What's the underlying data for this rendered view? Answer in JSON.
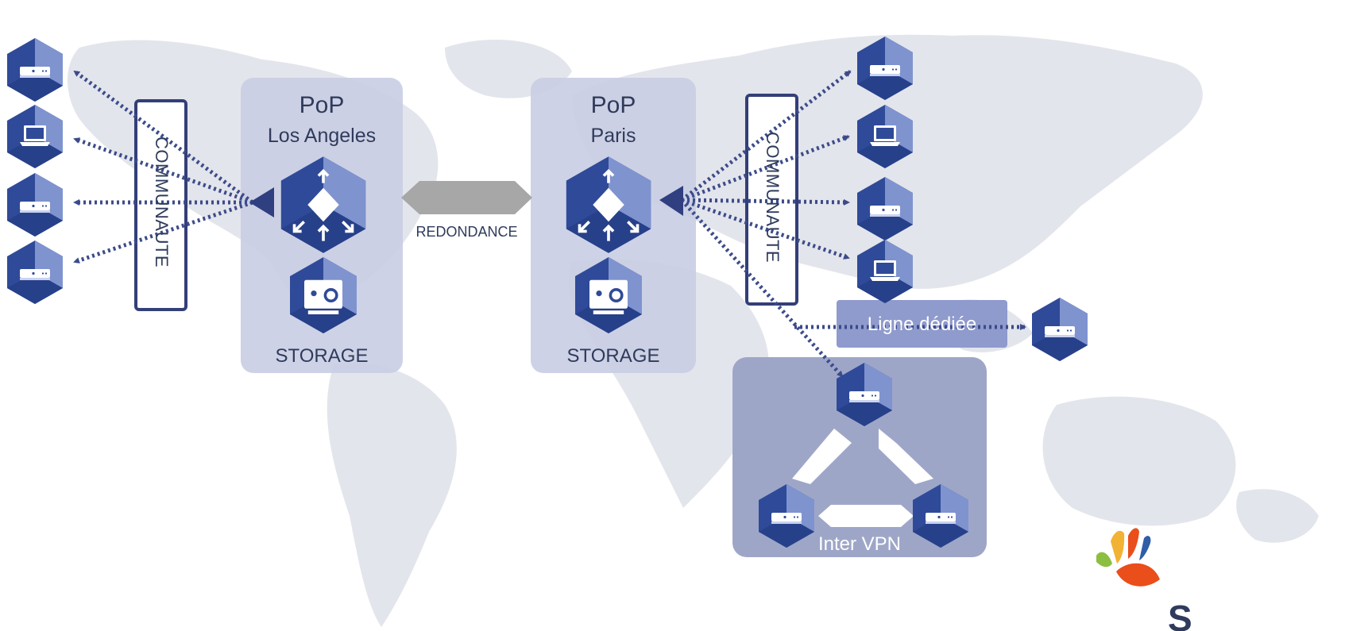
{
  "pops": [
    {
      "title": "PoP",
      "city": "Los Angeles",
      "storage": "STORAGE"
    },
    {
      "title": "PoP",
      "city": "Paris",
      "storage": "STORAGE"
    }
  ],
  "communaute_left": "COMMUNAUTE",
  "communaute_right": "COMMUNAUTE",
  "redondance": "REDONDANCE",
  "ligne_dediee": "Ligne dédiée",
  "inter_vpn": "Inter VPN",
  "logo_text": "S",
  "colors": {
    "map": "#e3e5ec",
    "pop_panel": "#c9cde3",
    "hex_dark": "#2f4a98",
    "hex_light": "#7f93cf",
    "arrow": "#3c4b8a",
    "vpn_panel": "#9ea6c8",
    "ligne_box": "#8f9acd",
    "redondance": "#a7a7a7"
  },
  "icons": {
    "left_devices": [
      "settop-box-icon",
      "laptop-icon",
      "settop-box-icon",
      "settop-box-icon"
    ],
    "right_devices": [
      "settop-box-icon",
      "laptop-icon",
      "settop-box-icon",
      "laptop-icon"
    ],
    "pop_main": "router-hub-icon",
    "pop_storage": "storage-vault-icon"
  }
}
